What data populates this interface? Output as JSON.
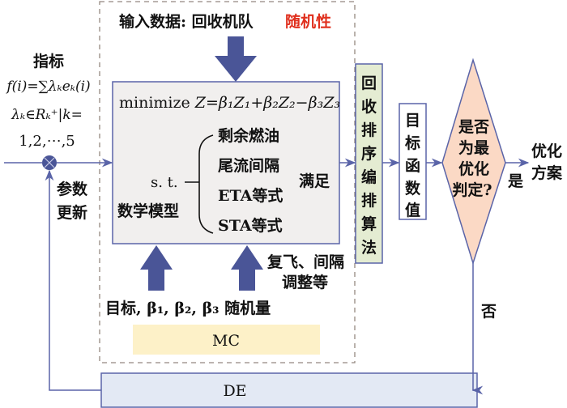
{
  "input_label": "输入数据: 回收机队",
  "randomness_label": "随机性",
  "indicator": {
    "title": "指标",
    "formula": "f(i)=∑λₖeₖ(i)",
    "constraint": "λₖ∈Rₖ⁺|k=",
    "range": "1,2,⋯,5"
  },
  "param_update": [
    "参数",
    "更新"
  ],
  "model": {
    "objective_prefix": "minimize ",
    "objective": "Z=β₁Z₁+β₂Z₂−β₃Z₃",
    "st_label": "s. t.",
    "model_label": "数学模型",
    "constraints": [
      "剩余燃油",
      "尾流间隔",
      "ETA等式",
      "STA等式"
    ],
    "satisfy_label": "满足"
  },
  "algorithm_box": [
    "回",
    "收",
    "排",
    "序",
    "编",
    "排",
    "算",
    "法"
  ],
  "objective_value_box": [
    "目",
    "标",
    "函",
    "数",
    "值"
  ],
  "decision": [
    "是否",
    "为最",
    "优化",
    "判定?"
  ],
  "yes_label": "是",
  "no_label": "否",
  "output": [
    "优化",
    "方案"
  ],
  "go_around": [
    "复飞、间隔",
    "调整等"
  ],
  "random_vars": "目标, β₁, β₂, β₃ 随机量",
  "mc_label": "MC",
  "de_label": "DE",
  "colors": {
    "flow_line": "#5a64a8",
    "big_arrow": "#4a5597",
    "model_fill": "#f1efee",
    "algorithm_fill": "#e4ecd2",
    "decision_fill": "#fbd9c5",
    "mc_fill": "#fdf1c8",
    "de_fill": "#e3e9f4",
    "dashed_border": "#948880",
    "randomness_text": "#e0301e"
  }
}
